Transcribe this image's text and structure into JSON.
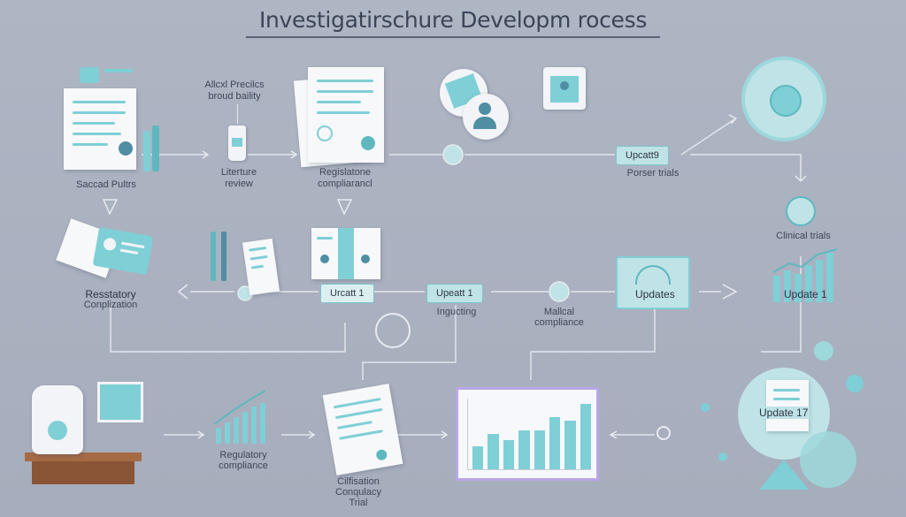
{
  "title": "Investigatirschure Developm rocess",
  "nodes": {
    "n1": "Saccad Pultrs",
    "n2a": "Allcxl Precilcs",
    "n2b": "broud baility",
    "n3a": "Literture",
    "n3b": "review",
    "n4a": "Regislatone",
    "n4b": "compliarancl",
    "n5_pill": "Upcatt9",
    "n5_label": "Porser trials",
    "n6": "Clinical trials",
    "n7a": "Resstatory",
    "n7b": "Conplization",
    "n8_pill": "Urcatt 1",
    "n9_pill": "Upeatt 1",
    "n9_label": "Ingucting",
    "n10a": "Mallcal",
    "n10b": "compliance",
    "n11": "Updates",
    "n12": "Update 1",
    "n13a": "Regulatory",
    "n13b": "compliance",
    "n14a": "Cilfisation",
    "n14b": "Conqulacy",
    "n14c": "Trial",
    "n15": "Update 17"
  },
  "colors": {
    "accent": "#7fcfd6",
    "accent_dark": "#5fb8c0",
    "bg": "#a9b0bf",
    "chart_border": "#b9a7e6"
  },
  "chart_bars": [
    2,
    3,
    2.5,
    3.3,
    3.3,
    4.5,
    4.2,
    5.6
  ],
  "icons": [
    "document-icon",
    "flask-icon",
    "vial-icon",
    "person-card-icon",
    "globe-icon",
    "calendar-icon",
    "network-icon",
    "bar-chart-icon",
    "lab-bottle-icon"
  ]
}
